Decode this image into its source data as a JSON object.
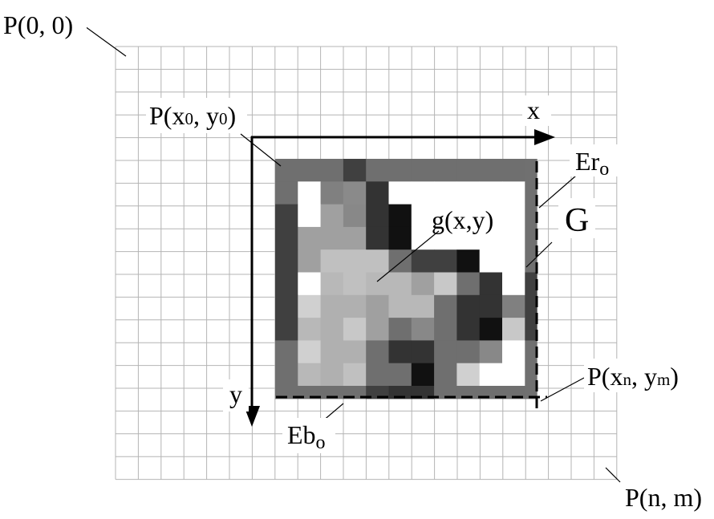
{
  "labels": {
    "p_origin": "P(0, 0)",
    "p_corner": "P(n, m)",
    "p_start_base": "P(x",
    "p_start_sub1": "0",
    "p_start_mid": ", y",
    "p_start_sub2": "0",
    "p_start_end": ")",
    "p_end_base": "P(x",
    "p_end_sub1": "n",
    "p_end_mid": ", y",
    "p_end_sub2": "m",
    "p_end_end": ")",
    "axis_x": "x",
    "axis_y": "y",
    "g_function": "g(x,y)",
    "g_region": "G",
    "er_base": "Er",
    "er_sub": "o",
    "eb_base": "Eb",
    "eb_sub": "o"
  },
  "grid": {
    "cols": 22,
    "rows": 19,
    "line_color": "#b4b4b4"
  },
  "image": {
    "rows": 11,
    "cols": 12,
    "shades": [
      [
        "#6f6f6f",
        "#6f6f6f",
        "#6f6f6f",
        "#404040",
        "#6f6f6f",
        "#6f6f6f",
        "#6f6f6f",
        "#6f6f6f",
        "#6f6f6f",
        "#6f6f6f",
        "#6f6f6f",
        "#707070"
      ],
      [
        "#6f6f6f",
        "#ffffff",
        "#808080",
        "#8a8a8a",
        "#333333",
        "#ffffff",
        "#ffffff",
        "#ffffff",
        "#ffffff",
        "#ffffff",
        "#ffffff",
        "#707070"
      ],
      [
        "#404040",
        "#ffffff",
        "#a0a0a0",
        "#888888",
        "#333333",
        "#111111",
        "#ffffff",
        "#ffffff",
        "#ffffff",
        "#ffffff",
        "#ffffff",
        "#707070"
      ],
      [
        "#404040",
        "#a0a0a0",
        "#a0a0a0",
        "#a0a0a0",
        "#333333",
        "#111111",
        "#ffffff",
        "#ffffff",
        "#ffffff",
        "#ffffff",
        "#ffffff",
        "#707070"
      ],
      [
        "#404040",
        "#a0a0a0",
        "#c0c0c0",
        "#c0c0c0",
        "#c0c0c0",
        "#6f6f6f",
        "#404040",
        "#404040",
        "#111111",
        "#ffffff",
        "#ffffff",
        "#707070"
      ],
      [
        "#404040",
        "#ffffff",
        "#b8b8b8",
        "#c0c0c0",
        "#b8b8b8",
        "#b8b8b8",
        "#a0a0a0",
        "#c8c8c8",
        "#6f6f6f",
        "#333333",
        "#ffffff",
        "#404040"
      ],
      [
        "#404040",
        "#d0d0d0",
        "#b0b0b0",
        "#b0b0b0",
        "#a0a0a0",
        "#b8b8b8",
        "#b8b8b8",
        "#6f6f6f",
        "#333333",
        "#333333",
        "#808080",
        "#404040"
      ],
      [
        "#404040",
        "#b8b8b8",
        "#b0b0b0",
        "#c8c8c8",
        "#a0a0a0",
        "#6f6f6f",
        "#888888",
        "#6f6f6f",
        "#333333",
        "#111111",
        "#c8c8c8",
        "#404040"
      ],
      [
        "#6f6f6f",
        "#d0d0d0",
        "#b0b0b0",
        "#b0b0b0",
        "#6f6f6f",
        "#333333",
        "#333333",
        "#6f6f6f",
        "#6f6f6f",
        "#888888",
        "#ffffff",
        "#707070"
      ],
      [
        "#6f6f6f",
        "#b8b8b8",
        "#b0b0b0",
        "#c0c0c0",
        "#6f6f6f",
        "#6f6f6f",
        "#111111",
        "#6f6f6f",
        "#d0d0d0",
        "#ffffff",
        "#ffffff",
        "#707070"
      ],
      [
        "#6f6f6f",
        "#6f6f6f",
        "#6f6f6f",
        "#6f6f6f",
        "#404040",
        "#333333",
        "#333333",
        "#6f6f6f",
        "#6f6f6f",
        "#6f6f6f",
        "#6f6f6f",
        "#707070"
      ]
    ]
  }
}
